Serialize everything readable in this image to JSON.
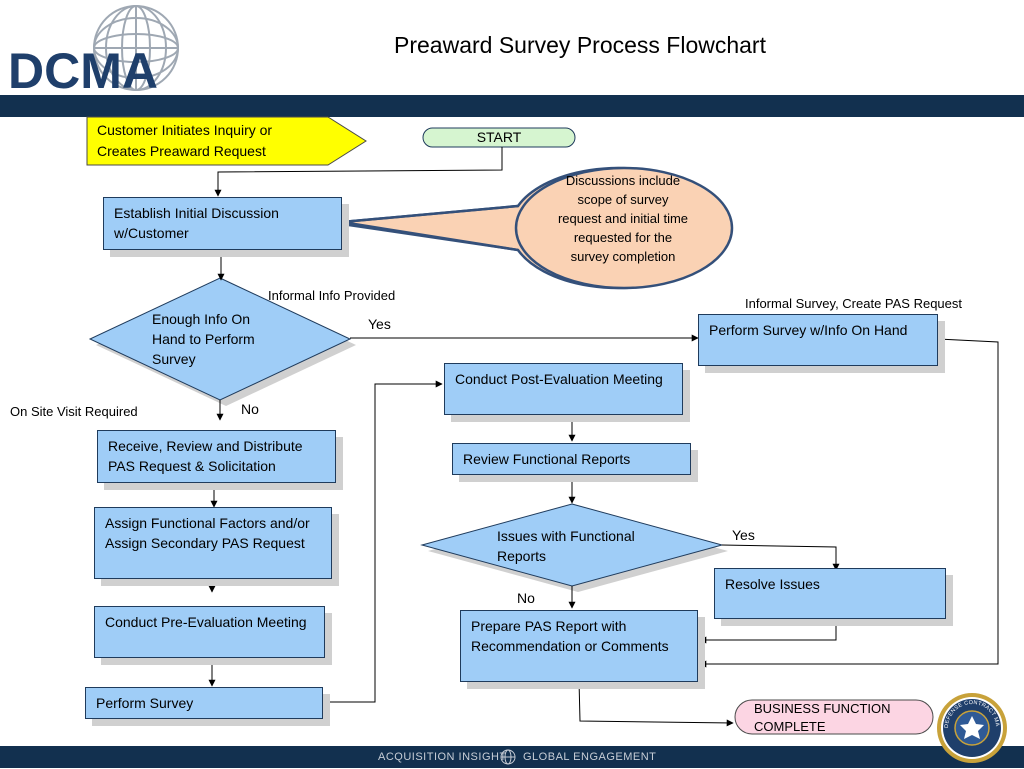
{
  "header": {
    "logo_text": "DCMA",
    "title": "Preaward Survey Process Flowchart"
  },
  "footer": {
    "left": "ACQUISITION INSIGHT",
    "right": "GLOBAL ENGAGEMENT",
    "seal_text": "DEFENSE CONTRACT MANAGEMENT AGENCY"
  },
  "nodes": {
    "customer": "Customer Initiates Inquiry or Creates Preaward Request",
    "start": "START",
    "establish": "Establish Initial Discussion w/Customer",
    "callout": "Discussions include scope of survey request and  initial time requested for the survey completion",
    "enough_info": "Enough Info On Hand to Perform Survey",
    "perform_info": "Perform Survey w/Info On Hand",
    "receive": "Receive, Review and Distribute PAS Request & Solicitation",
    "assign": "Assign Functional Factors and/or Assign Secondary PAS Request",
    "pre_eval": "Conduct Pre-Evaluation Meeting",
    "perform": "Perform Survey",
    "post_eval": "Conduct Post-Evaluation Meeting",
    "review": "Review Functional Reports",
    "issues": "Issues with Functional Reports",
    "resolve": "Resolve Issues",
    "prepare": "Prepare PAS Report with Recommendation or Comments",
    "complete": "BUSINESS FUNCTION COMPLETE"
  },
  "labels": {
    "informal_info": "Informal Info Provided",
    "yes_1": "Yes",
    "informal_survey": "Informal Survey, Create PAS Request",
    "on_site": "On Site Visit Required",
    "no_1": "No",
    "yes_2": "Yes",
    "no_2": "No"
  },
  "colors": {
    "box_fill": "#9fcdf7",
    "navy": "#12304f",
    "start_fill": "#d6f5d0",
    "customer_fill": "#ffff00",
    "callout_fill": "#fad2b4",
    "complete_fill": "#fcd5e3"
  }
}
